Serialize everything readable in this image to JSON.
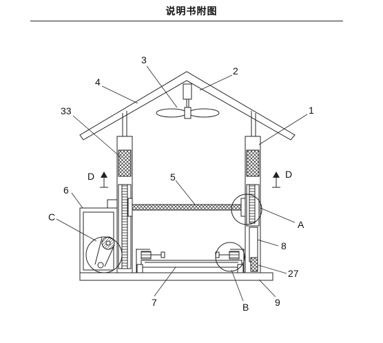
{
  "header": {
    "title": "说明书附图"
  },
  "labels": {
    "l1": "1",
    "l2": "2",
    "l3": "3",
    "l4": "4",
    "l5": "5",
    "l6": "6",
    "l7": "7",
    "l8": "8",
    "l9": "9",
    "l27": "27",
    "l33": "33",
    "lA": "A",
    "lB": "B",
    "lC": "C",
    "lD_left": "D",
    "lD_right": "D"
  }
}
